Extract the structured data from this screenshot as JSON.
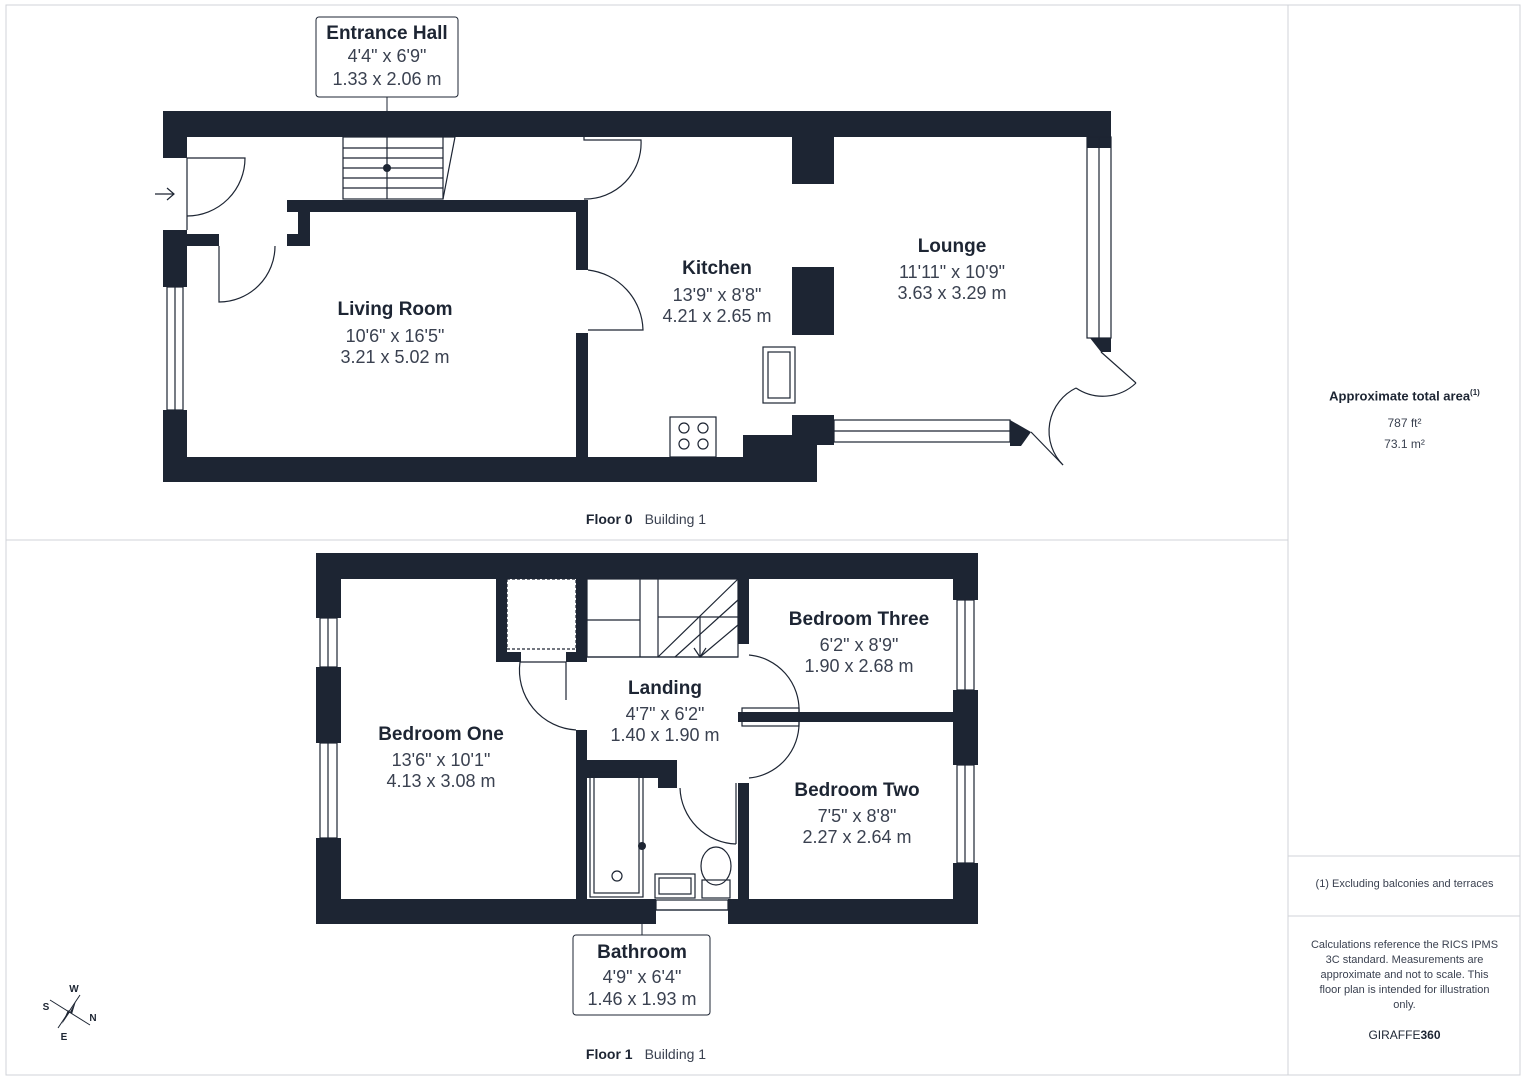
{
  "floors": [
    {
      "label": "Floor 0",
      "building": "Building 1",
      "rooms": [
        {
          "name": "Entrance Hall",
          "imperial": "4'4\" x 6'9\"",
          "metric": "1.33 x 2.06 m"
        },
        {
          "name": "Living Room",
          "imperial": "10'6\" x 16'5\"",
          "metric": "3.21 x 5.02 m"
        },
        {
          "name": "Kitchen",
          "imperial": "13'9\" x 8'8\"",
          "metric": "4.21 x 2.65 m"
        },
        {
          "name": "Lounge",
          "imperial": "11'11\" x 10'9\"",
          "metric": "3.63 x 3.29 m"
        }
      ]
    },
    {
      "label": "Floor 1",
      "building": "Building 1",
      "rooms": [
        {
          "name": "Bedroom One",
          "imperial": "13'6\" x 10'1\"",
          "metric": "4.13 x 3.08 m"
        },
        {
          "name": "Landing",
          "imperial": "4'7\" x 6'2\"",
          "metric": "1.40 x 1.90 m"
        },
        {
          "name": "Bedroom Three",
          "imperial": "6'2\" x 8'9\"",
          "metric": "1.90 x 2.68 m"
        },
        {
          "name": "Bedroom Two",
          "imperial": "7'5\" x 8'8\"",
          "metric": "2.27 x 2.64 m"
        },
        {
          "name": "Bathroom",
          "imperial": "4'9\" x 6'4\"",
          "metric": "1.46 x 1.93 m"
        }
      ]
    }
  ],
  "summary": {
    "title": "Approximate total area",
    "title_sup": "(1)",
    "area_ft": "787 ft²",
    "area_m": "73.1 m²",
    "footnote": "(1) Excluding balconies and terraces",
    "calc_note": "Calculations reference the RICS IPMS 3C standard. Measurements are approximate and not to scale. This floor plan is intended for illustration only.",
    "brand_light": "GIRAFFE",
    "brand_bold": "360"
  },
  "compass": {
    "n": "N",
    "s": "S",
    "e": "E",
    "w": "W"
  },
  "colors": {
    "wall": "#1d2533",
    "border": "#d0d3d8",
    "text": "#1d2533",
    "muted": "#3a4150"
  }
}
